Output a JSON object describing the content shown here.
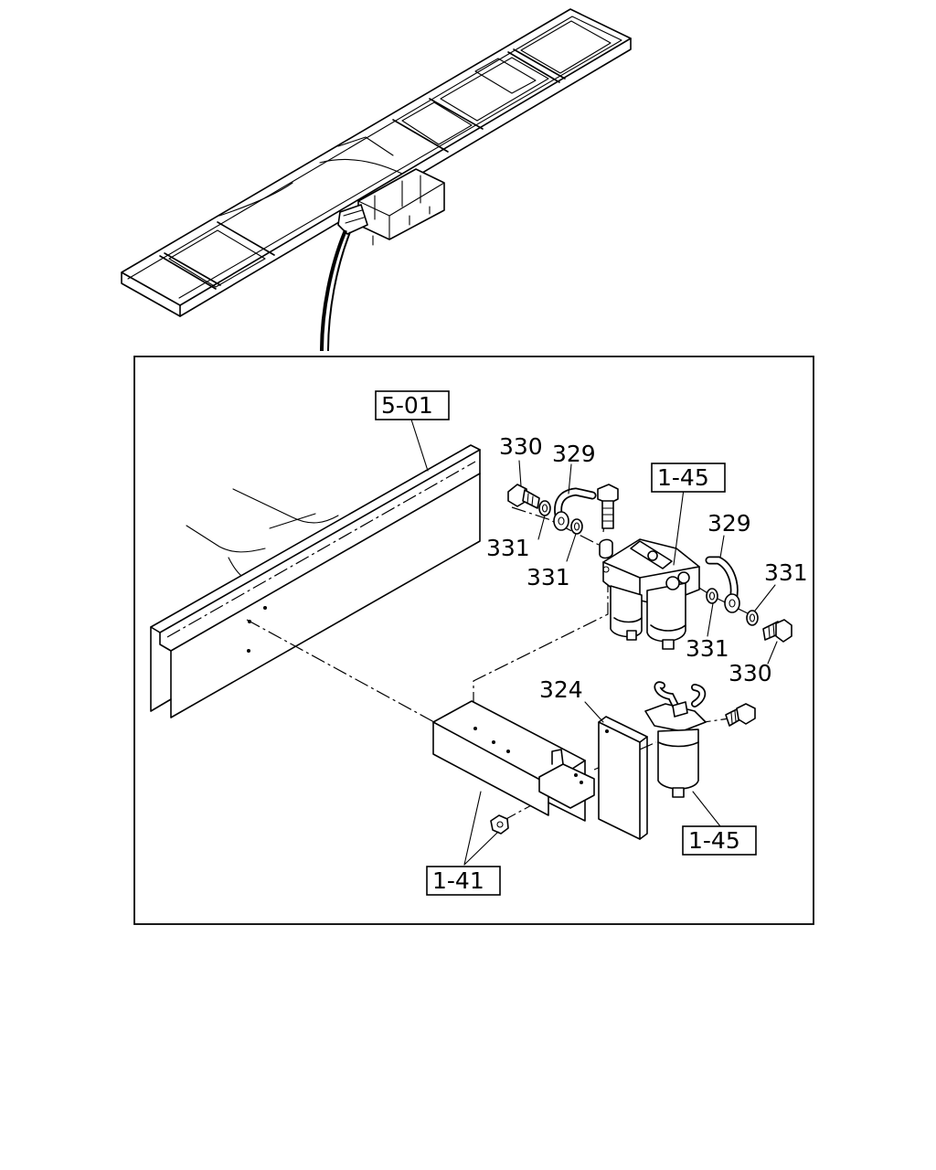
{
  "callouts": {
    "c330a": "330",
    "c329a": "329",
    "c331a": "331",
    "c331b": "331",
    "c329b": "329",
    "c331c": "331",
    "c331d": "331",
    "c330b": "330",
    "c324": "324"
  },
  "ref_boxes": {
    "frame": "5-01",
    "filter_top": "1-45",
    "filter_bottom": "1-45",
    "bracket": "1-41"
  }
}
